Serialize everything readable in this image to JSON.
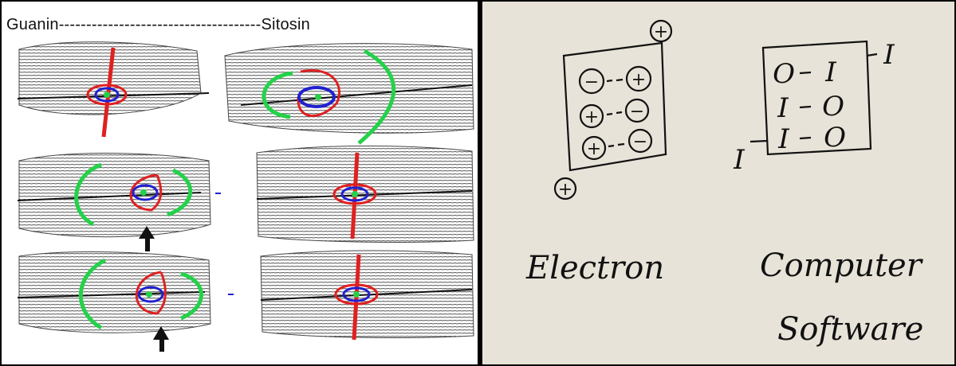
{
  "left_panel": {
    "header": "Guanin-------------------------------------Sitosin",
    "colors": {
      "red": "#e02020",
      "green": "#25d14a",
      "blue": "#2020d0",
      "background": "#ffffff"
    },
    "arrow_icon": "arrow-up-icon"
  },
  "right_panel": {
    "electron_label": "Electron",
    "computer_label": "Computer",
    "software_label": "Software",
    "electron_grid": [
      [
        "−",
        "+"
      ],
      [
        "+",
        "−"
      ],
      [
        "+",
        "−"
      ]
    ],
    "electron_corner_top": "+",
    "electron_corner_bottom": "+",
    "computer_grid": [
      [
        "O",
        "I"
      ],
      [
        "I",
        "O"
      ],
      [
        "I",
        "O"
      ]
    ],
    "computer_io_right": "I",
    "computer_io_left": "I",
    "colors": {
      "paper": "#e8e3d8",
      "ink": "#111111"
    }
  }
}
